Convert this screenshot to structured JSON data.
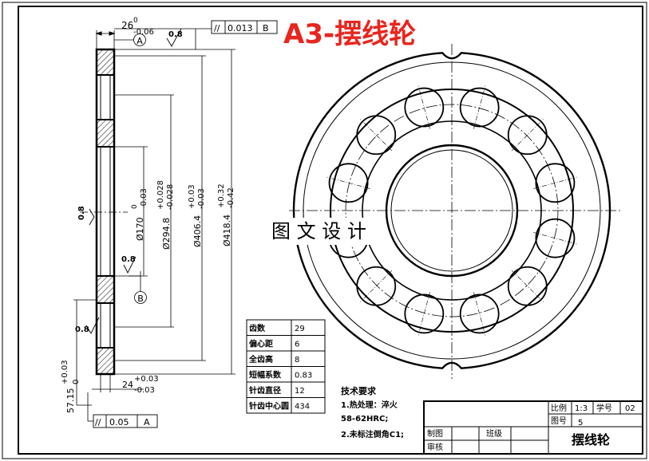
{
  "title": "A3-摆线轮",
  "watermark": "图 文 设 计",
  "colors": {
    "title": "#e8251e",
    "line": "#000000",
    "paper": "#ffffff"
  },
  "side_view": {
    "thickness": "26",
    "thickness_tol": {
      "upper": "0",
      "lower": "-0.06"
    },
    "datum_a": "A",
    "datum_b": "B",
    "roughness_top": "0.8",
    "roughness_left": "0.8",
    "roughness_mid": "0.8",
    "roughness_low": "0.8",
    "top_tolerance": {
      "symbol": "//",
      "value": "0.013",
      "datum": "B"
    },
    "bottom_tolerance": {
      "symbol": "//",
      "value": "0.05",
      "datum": "A"
    },
    "dims": {
      "d170": {
        "main": "Ø170",
        "upper": "0",
        "lower": "-0.03"
      },
      "d294": {
        "main": "Ø294.8",
        "upper": "+0.028",
        "lower": "-0.028"
      },
      "d406": {
        "main": "Ø406.4",
        "upper": "+0.03",
        "lower": "-0.03"
      },
      "d418": {
        "main": "Ø418.4",
        "upper": "+0.32",
        "lower": "-0.42"
      }
    },
    "bottom_width": {
      "main": "24",
      "upper": "+0.03",
      "lower": "-0.03"
    },
    "offset": {
      "main": "57.15",
      "upper": "+0.03",
      "lower": "0"
    }
  },
  "params_table": [
    {
      "label": "齿数",
      "value": "29"
    },
    {
      "label": "偏心距",
      "value": "6"
    },
    {
      "label": "全齿高",
      "value": "8"
    },
    {
      "label": "短幅系数",
      "value": "0.83"
    },
    {
      "label": "针齿直径",
      "value": "12"
    },
    {
      "label": "针齿中心圆",
      "value": "434"
    }
  ],
  "tech_req": {
    "title": "技术要求",
    "items": [
      "1.热处理：淬火",
      "58-62HRC;",
      "2.未标注倒角C1;"
    ]
  },
  "title_block": {
    "scale_label": "比例",
    "scale_value": "1:3",
    "xuehao_label": "学号",
    "xuehao_value": "02",
    "tuhao_label": "图号",
    "tuhao_value": "5",
    "part_name": "摆线轮",
    "drawn_label": "制图",
    "checked_label": "审核",
    "class_label": "班级"
  }
}
